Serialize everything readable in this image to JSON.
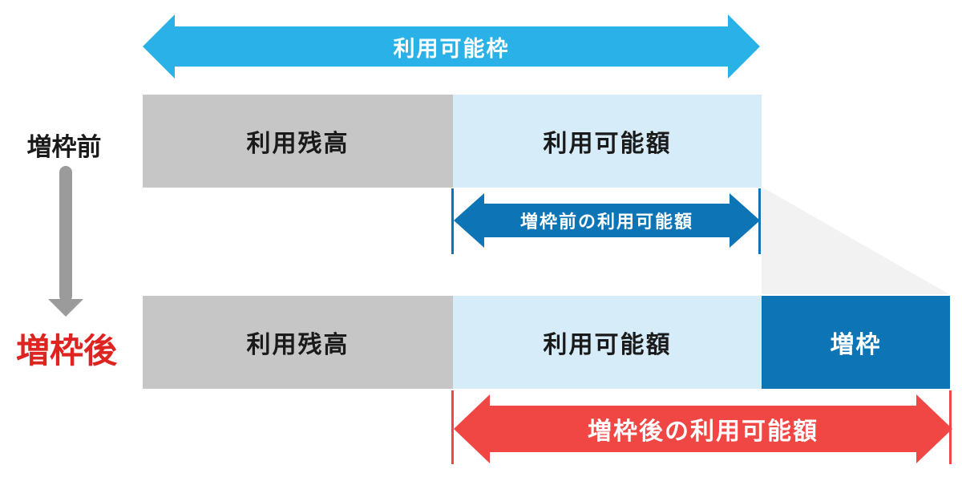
{
  "diagram": {
    "title_arrow_label": "利用可能枠",
    "before": {
      "row_label": "増枠前",
      "balance_label": "利用残高",
      "available_label": "利用可能額"
    },
    "middle_arrow_label": "増枠前の利用可能額",
    "after": {
      "row_label": "増枠後",
      "balance_label": "利用残高",
      "available_label": "利用可能額",
      "increase_label": "増枠"
    },
    "bottom_arrow_label": "増枠後の利用可能額",
    "colors": {
      "sky_blue_arrow": "#2ab2e8",
      "pale_blue_block": "#d6edf9",
      "dark_blue": "#0d74b6",
      "red_arrow": "#f04744",
      "red_label_text": "#dd2420",
      "gray_block": "#c6c6c6",
      "gray_down_arrow": "#9b9b9b",
      "funnel_gray": "#f2f2f2",
      "text_black": "#1a1a1a"
    }
  }
}
